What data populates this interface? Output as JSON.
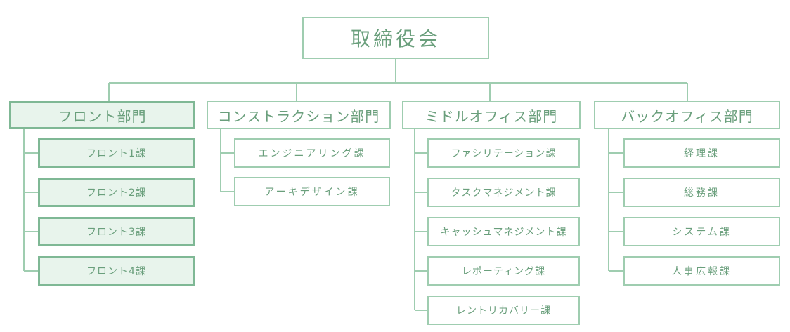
{
  "top": {
    "label": "取締役会"
  },
  "departments": [
    {
      "label": "フロント部門",
      "highlighted": true,
      "sections": [
        {
          "label": "フロント1課",
          "highlighted": true
        },
        {
          "label": "フロント2課",
          "highlighted": true
        },
        {
          "label": "フロント3課",
          "highlighted": true
        },
        {
          "label": "フロント4課",
          "highlighted": true
        }
      ]
    },
    {
      "label": "コンストラクション部門",
      "highlighted": false,
      "sections": [
        {
          "label": "エンジニアリング課",
          "highlighted": false
        },
        {
          "label": "アーキデザイン課",
          "highlighted": false
        }
      ]
    },
    {
      "label": "ミドルオフィス部門",
      "highlighted": false,
      "sections": [
        {
          "label": "ファシリテーション課",
          "highlighted": false
        },
        {
          "label": "タスクマネジメント課",
          "highlighted": false
        },
        {
          "label": "キャッシュマネジメント課",
          "highlighted": false
        },
        {
          "label": "レポーティング課",
          "highlighted": false
        },
        {
          "label": "レントリカバリー課",
          "highlighted": false
        }
      ]
    },
    {
      "label": "バックオフィス部門",
      "highlighted": false,
      "sections": [
        {
          "label": "経理課",
          "highlighted": false
        },
        {
          "label": "総務課",
          "highlighted": false
        },
        {
          "label": "システム課",
          "highlighted": false
        },
        {
          "label": "人事広報課",
          "highlighted": false
        }
      ]
    }
  ],
  "colors": {
    "line": "#9fcdb0",
    "text": "#6a9f7c",
    "highlight_fill": "#e8f4ec",
    "highlight_border": "#7fb895"
  }
}
